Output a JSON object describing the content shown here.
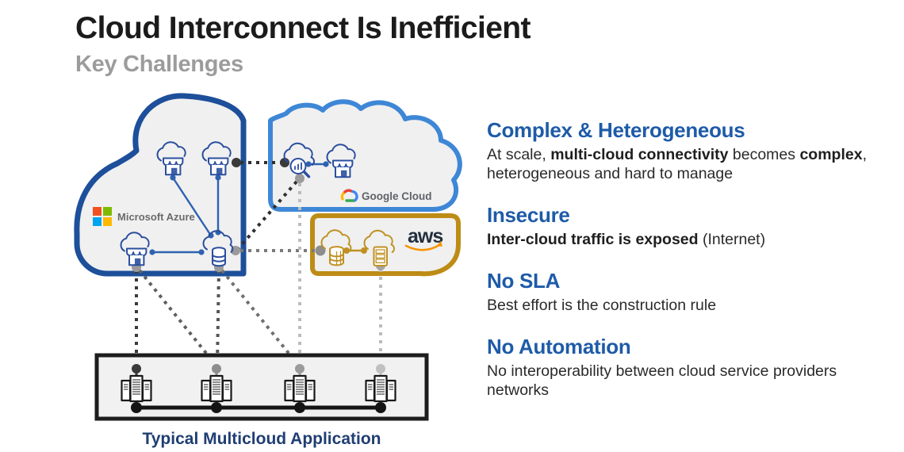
{
  "header": {
    "title": "Cloud Interconnect Is Inefficient",
    "subtitle": "Key Challenges"
  },
  "challenges": [
    {
      "heading": "Complex & Heterogeneous",
      "runs": [
        {
          "t": "At scale, ",
          "b": false
        },
        {
          "t": "multi-cloud connectivity",
          "b": true
        },
        {
          "t": " becomes ",
          "b": false
        },
        {
          "t": "complex",
          "b": true
        },
        {
          "t": ", heterogeneous and hard to manage",
          "b": false
        }
      ]
    },
    {
      "heading": "Insecure",
      "runs": [
        {
          "t": "Inter-cloud traffic is exposed",
          "b": true
        },
        {
          "t": " (Internet)",
          "b": false
        }
      ]
    },
    {
      "heading": "No SLA",
      "runs": [
        {
          "t": "Best effort is the construction rule",
          "b": false
        }
      ]
    },
    {
      "heading": "No Automation",
      "runs": [
        {
          "t": "No interoperability between cloud service providers networks",
          "b": false
        }
      ]
    }
  ],
  "diagram": {
    "clouds": [
      {
        "name": "Microsoft Azure",
        "label": "Microsoft Azure",
        "border_color": "#1d4f9a",
        "icons": [
          "cloud-app-icon",
          "cloud-app-icon",
          "cloud-app-icon",
          "cloud-database-icon"
        ]
      },
      {
        "name": "Google Cloud",
        "label": "Google Cloud",
        "border_color": "#3e87d6",
        "icons": [
          "cloud-analytics-icon",
          "cloud-app-icon"
        ]
      },
      {
        "name": "AWS",
        "label": "aws",
        "border_color": "#bd8c15",
        "icons": [
          "cloud-database-icon",
          "cloud-server-icon"
        ]
      }
    ],
    "app_box": {
      "caption": "Typical Multicloud Application",
      "server_count": 4,
      "icon": "server-rack-icon"
    },
    "icons": {
      "cloud-app-icon": "cloud with storefront",
      "cloud-analytics-icon": "cloud with magnifier chart",
      "cloud-database-icon": "cloud with database cylinder",
      "cloud-server-icon": "cloud with server rack",
      "server-rack-icon": "three server towers",
      "microsoft-logo-icon": "four color squares",
      "google-cloud-logo-icon": "multicolor cloud",
      "aws-smile-icon": "orange smile arrow"
    },
    "colors": {
      "title_black": "#1b1b1b",
      "subtitle_gray": "#9c9c9c",
      "heading_blue": "#1e5ba8",
      "caption_navy": "#1f3e73",
      "azure_blue": "#1d4f9a",
      "google_blue": "#3e87d6",
      "aws_gold": "#bd8c15",
      "cloud_fill": "#f0f0f0",
      "ms_logo": [
        "#f25022",
        "#7fba00",
        "#00a4ef",
        "#ffb900"
      ],
      "aws_smile_orange": "#f79400"
    }
  }
}
